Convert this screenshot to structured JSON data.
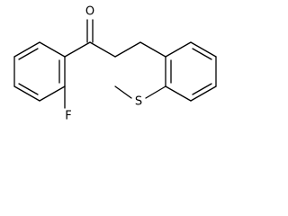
{
  "atoms": {
    "oxygen": "O",
    "fluorine": "F",
    "sulfur": "S"
  },
  "colors": {
    "background": "#ffffff",
    "ink": "#000000"
  }
}
